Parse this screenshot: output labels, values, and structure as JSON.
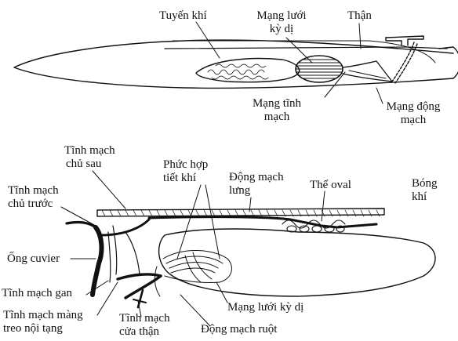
{
  "top_diagram": {
    "labels": {
      "gas_gland": "Tuyến khí",
      "rete_mirabile": [
        "Mạng lưới",
        "kỳ dị"
      ],
      "kidney": "Thận",
      "venous_network": [
        "Mạng tĩnh",
        "mạch"
      ],
      "arterial_network": [
        "Mạng động",
        "mạch"
      ]
    }
  },
  "bottom_diagram": {
    "labels": {
      "posterior_cardinal_vein": [
        "Tĩnh mạch",
        "chủ sau"
      ],
      "gas_secreting_complex": [
        "Phức hợp",
        "tiết khí"
      ],
      "dorsal_aorta": [
        "Động mạch",
        "lưng"
      ],
      "oval_body": "Thể oval",
      "swim_bladder": [
        "Bóng",
        "khí"
      ],
      "anterior_cardinal_vein": [
        "Tĩnh mạch",
        "chủ trước"
      ],
      "duct_of_cuvier": "Ống cuvier",
      "hepatic_vein": "Tĩnh mạch gan",
      "mesenteric_vein": [
        "Tĩnh mạch màng",
        "treo nội tạng"
      ],
      "renal_portal_vein": [
        "Tĩnh mạch",
        "cửa thận"
      ],
      "intestinal_artery": "Động mạch ruột",
      "rete_mirabile": "Mạng lưới kỳ dị"
    }
  }
}
